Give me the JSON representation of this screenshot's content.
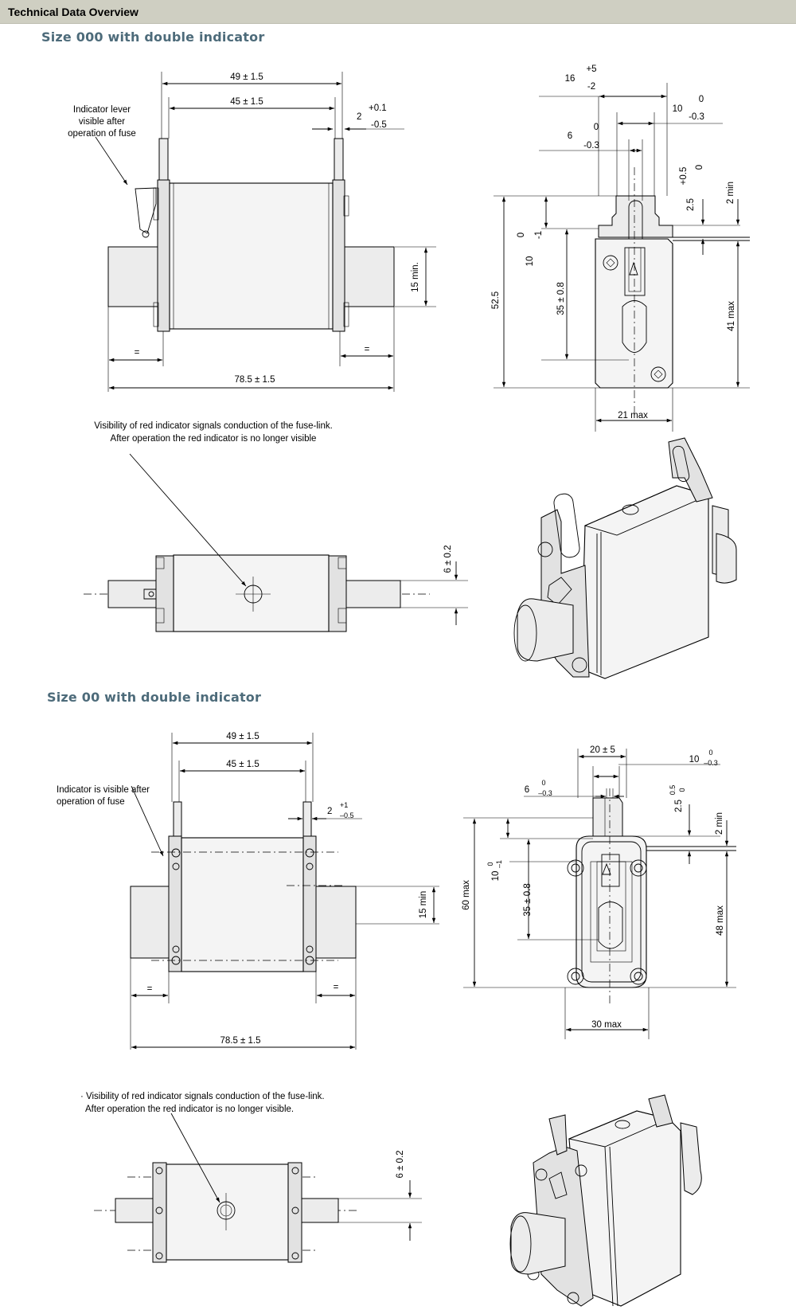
{
  "header": {
    "title": "Technical Data Overview"
  },
  "sections": [
    {
      "title": "Size 000 with double indicator",
      "front": {
        "dim_overall_width": "49 ± 1.5",
        "dim_inner_width": "45 ± 1.5",
        "dim_tab_thickness": "2",
        "tol_tab_upper": "+0.1",
        "tol_tab_lower": "-0.5",
        "indicator_note_line1": "Indicator lever",
        "indicator_note_line2": "visible after",
        "indicator_note_line3": "operation of fuse",
        "dim_blade_min": "15 min.",
        "dim_equal_left": "=",
        "dim_equal_right": "=",
        "dim_total_length": "78.5 ± 1.5"
      },
      "side": {
        "dim_top_16": "16",
        "tol_16_upper": "+5",
        "tol_16_lower": "-2",
        "dim_10": "10",
        "tol_10_upper": "0",
        "tol_10_lower": "-0.3",
        "dim_6": "6",
        "tol_6_upper": "0",
        "tol_6_lower": "-0.3",
        "dim_2_5": "2.5",
        "tol_2_5_upper": "+0.5",
        "tol_2_5_lower": "0",
        "dim_2_min": "2 min",
        "dim_10_vert": "10",
        "tol_10v_upper": "0",
        "tol_10v_lower": "-1",
        "dim_35": "35 ± 0.8",
        "dim_52_5": "52.5",
        "dim_41_max": "41 max",
        "dim_21_max": "21 max"
      },
      "top": {
        "note_line1": "Visibility of red indicator signals conduction of the fuse-link.",
        "note_line2": "After operation the red indicator is no longer visible",
        "dim_6": "6 ± 0.2"
      }
    },
    {
      "title": "Size 00 with double indicator",
      "front": {
        "dim_overall_width": "49 ± 1.5",
        "dim_inner_width": "45 ± 1.5",
        "dim_tab_thickness": "2",
        "tol_tab_upper": "+1",
        "tol_tab_lower": "–0.5",
        "indicator_note_line1": "Indicator is visible after",
        "indicator_note_line2": "operation of fuse",
        "dim_blade_min": "15 min",
        "dim_equal_left": "=",
        "dim_equal_right": "=",
        "dim_total_length": "78.5 ± 1.5"
      },
      "side": {
        "dim_20": "20 ± 5",
        "dim_10": "10",
        "tol_10_upper": "0",
        "tol_10_lower": "–0.3",
        "dim_6": "6",
        "tol_6_upper": "0",
        "tol_6_lower": "–0.3",
        "dim_2_5": "2.5",
        "tol_2_5_upper": "0.5",
        "tol_2_5_lower": "0",
        "dim_2_min": "2 min",
        "dim_60_max": "60 max",
        "dim_10_vert": "10",
        "tol_10v_upper": "0",
        "tol_10v_lower": "–1",
        "dim_35": "35 ± 0.8",
        "dim_48_max": "48 max",
        "dim_30_max": "30 max"
      },
      "top": {
        "note_line1": "· Visibility of red indicator signals conduction of the fuse-link.",
        "note_line2": "After operation the red indicator is no longer visible.",
        "dim_6": "6 ± 0.2"
      }
    }
  ]
}
